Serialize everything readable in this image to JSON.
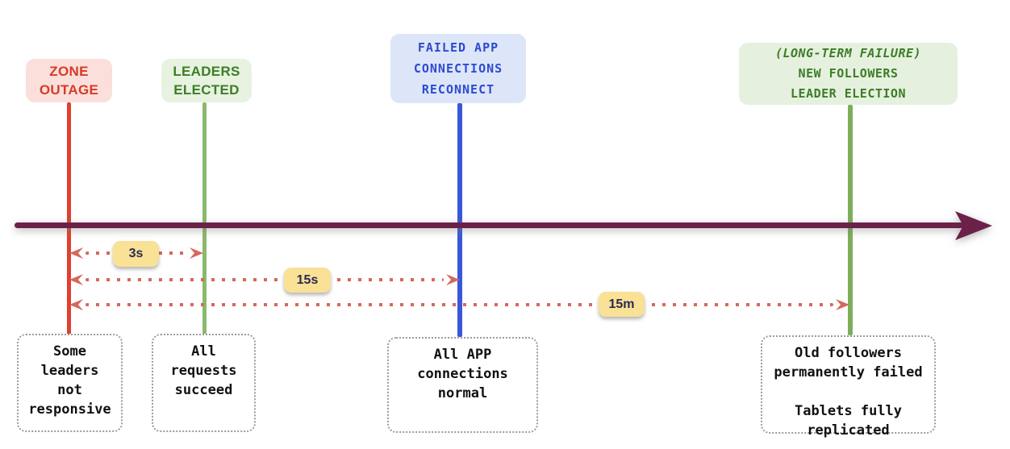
{
  "diagram": {
    "type": "timeline",
    "axis": {
      "color": "#6b2148",
      "direction": "left-to-right"
    },
    "events": [
      {
        "id": "zone-outage",
        "label": "ZONE\nOUTAGE",
        "text_color": "#d63b27",
        "bg_color": "#fbdfdb",
        "line_color": "#e0402e",
        "note": "Some\nleaders\nnot\nresponsive"
      },
      {
        "id": "leaders-elected",
        "label": "LEADERS\nELECTED",
        "text_color": "#3d7d28",
        "bg_color": "#e7f2e0",
        "line_color": "#8aba6b",
        "note": "All\nrequests\nsucceed"
      },
      {
        "id": "failed-app-connections-reconnect",
        "label": "FAILED APP\nCONNECTIONS\nRECONNECT",
        "text_color": "#2e4bd0",
        "bg_color": "#dde6f8",
        "line_color": "#3a57d8",
        "note": "All APP\nconnections\nnormal"
      },
      {
        "id": "long-term-failure-new-followers-leader-election",
        "label_italic": "(LONG-TERM FAILURE)",
        "label": "NEW FOLLOWERS\nLEADER ELECTION",
        "text_color": "#3d7d28",
        "bg_color": "#e5f1de",
        "line_color": "#7cae5b",
        "note": "Old followers\npermanently failed\n\nTablets fully\nreplicated"
      }
    ],
    "durations": [
      {
        "label": "3s",
        "from": "zone-outage",
        "to": "leaders-elected"
      },
      {
        "label": "15s",
        "from": "zone-outage",
        "to": "failed-app-connections-reconnect"
      },
      {
        "label": "15m",
        "from": "zone-outage",
        "to": "long-term-failure-new-followers-leader-election"
      }
    ],
    "duration_style": {
      "bg_color": "#f9e195",
      "text_color": "#2a2a52",
      "arrow_color": "#d4695c"
    },
    "icons": {
      "timeline_arrowhead": "right-arrowhead-icon",
      "duration_left": "chevron-left-arrowhead-icon",
      "duration_right": "chevron-right-arrowhead-icon"
    }
  }
}
